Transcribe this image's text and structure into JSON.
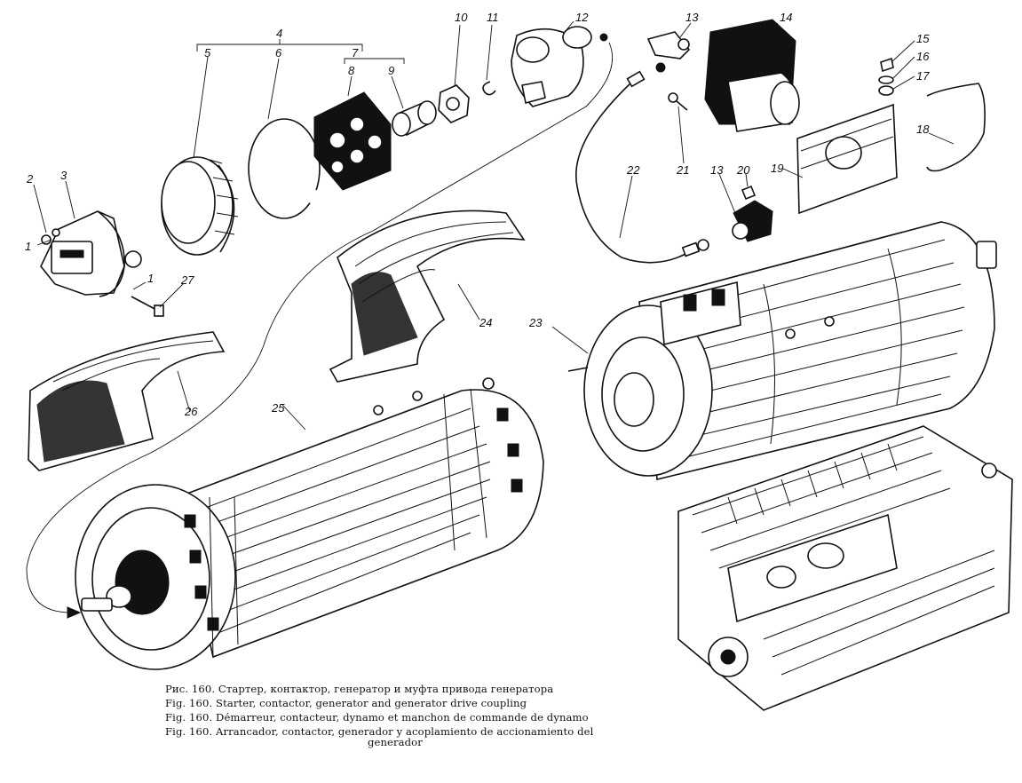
{
  "labels": {
    "n1": "1",
    "n1b": "1",
    "n2": "2",
    "n3": "3",
    "n4": "4",
    "n5": "5",
    "n6": "6",
    "n7": "7",
    "n8": "8",
    "n9": "9",
    "n10": "10",
    "n11": "11",
    "n12": "12",
    "n13a": "13",
    "n13b": "13",
    "n14": "14",
    "n15": "15",
    "n16": "16",
    "n17": "17",
    "n18": "18",
    "n19": "19",
    "n20": "20",
    "n21": "21",
    "n22": "22",
    "n23": "23",
    "n24": "24",
    "n25": "25",
    "n26": "26",
    "n27": "27"
  },
  "captions": {
    "ru": "Рис. 160. Стартер, контактор, генератор и муфта привода генератора",
    "en": "Fig. 160. Starter, contactor, generator and generator drive coupling",
    "fr": "Fig. 160. Démarreur, contacteur, dynamo et manchon de commande de dynamo",
    "es_line1": "Fig. 160. Arrancador, contactor, generador y acoplamiento de accionamiento del",
    "es_line2": "generador"
  }
}
